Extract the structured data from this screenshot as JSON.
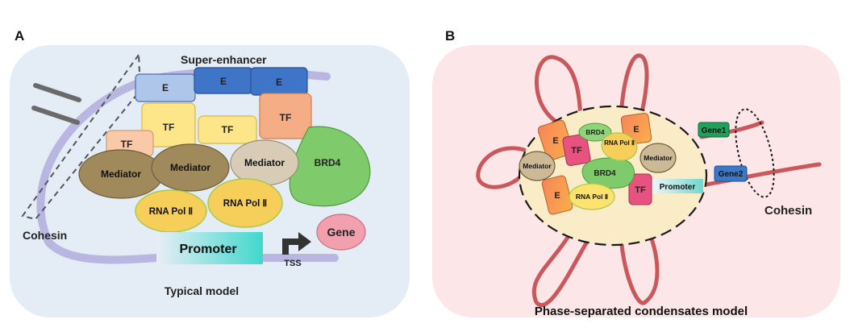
{
  "panelA": {
    "letter": "A",
    "super_enhancer_label": "Super-enhancer",
    "e_labels": [
      "E",
      "E",
      "E"
    ],
    "tf_labels": [
      "TF",
      "TF",
      "TF",
      "TF"
    ],
    "mediator_labels": [
      "Mediator",
      "Mediator",
      "Mediator"
    ],
    "brd4_label": "BRD4",
    "rnapol_labels": [
      "RNA Pol Ⅱ",
      "RNA Pol Ⅱ"
    ],
    "promoter_label": "Promoter",
    "tss_label": "TSS",
    "gene_label": "Gene",
    "cohesin_label": "Cohesin",
    "caption": "Typical model"
  },
  "panelB": {
    "letter": "B",
    "e_labels": [
      "E",
      "E",
      "E"
    ],
    "tf_labels": [
      "TF",
      "TF"
    ],
    "brd4_labels": [
      "BRD4",
      "BRD4"
    ],
    "rnapol_labels": [
      "RNA Pol Ⅱ",
      "RNA Pol Ⅱ"
    ],
    "mediator_labels": [
      "Mediator",
      "Mediator"
    ],
    "promoter_label": "Promoter",
    "gene1_label": "Gene1",
    "gene2_label": "Gene2",
    "cohesin_label": "Cohesin",
    "caption": "Phase-separated condensates model"
  },
  "colors": {
    "panelA_bg": "#e4ecf5",
    "panelB_bg": "#fde6e8",
    "chromatin_A": "#b9b6e2",
    "chromatin_B": "#c9575b",
    "enhancer_blue": "#3f75c9",
    "enhancer_light": "#aec6ea",
    "tf_yellow": "#fde58a",
    "tf_peach": "#f9c9a8",
    "tf_orange": "#f4ad85",
    "mediator_dark": "#a08a5c",
    "mediator_light": "#d9ccb7",
    "brd4_green": "#7fcb6b",
    "rnapol_yellow": "#f6cf5a",
    "promoter_teal": "#7fe0d6",
    "gene_pink": "#f3a0ae",
    "gene1_green": "#1fa05b",
    "gene2_blue": "#3b78c8",
    "condensate_fill": "#fbecc8"
  }
}
